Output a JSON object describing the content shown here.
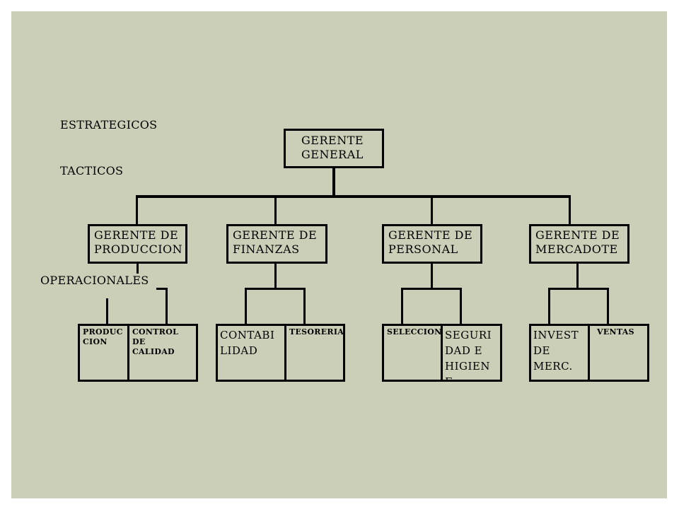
{
  "levels": {
    "strategic": "ESTRATEGICOS",
    "tactical": "TACTICOS",
    "operational": "OPERACIONALES"
  },
  "general_manager": "GERENTE\nGENERAL",
  "managers": [
    {
      "label": "GERENTE DE\nPRODUCCION"
    },
    {
      "label": "GERENTE DE\nFINANZAS"
    },
    {
      "label": "GERENTE DE\nPERSONAL"
    },
    {
      "label": "GERENTE DE\nMERCADOTE"
    }
  ],
  "departments": [
    {
      "label": "PRODUC\nCION"
    },
    {
      "label": "CONTROL\nDE\nCALIDAD"
    },
    {
      "label": "CONTABI\nLIDAD"
    },
    {
      "label": "TESORERIA"
    },
    {
      "label": "SELECCION"
    },
    {
      "label": "SEGURI\nDAD E\nHIGIEN\nE"
    },
    {
      "label": "INVEST\nDE\nMERC."
    },
    {
      "label": "VENTAS"
    }
  ]
}
